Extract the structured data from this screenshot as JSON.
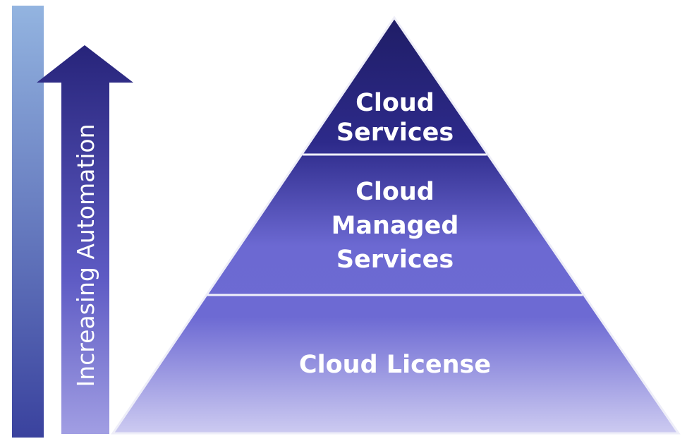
{
  "axis": {
    "label": "Increasing Automation"
  },
  "pyramid": {
    "tiers": [
      {
        "lines": [
          "Cloud",
          "Services"
        ]
      },
      {
        "lines": [
          "Cloud",
          "Managed",
          "Services"
        ]
      },
      {
        "lines": [
          "Cloud License"
        ]
      }
    ]
  },
  "colors": {
    "dark": "#22206e",
    "mid": "#6c69d2",
    "light": "#cbc9f0",
    "bar_top": "#93b4e0",
    "bar_bottom": "#3a429e"
  }
}
